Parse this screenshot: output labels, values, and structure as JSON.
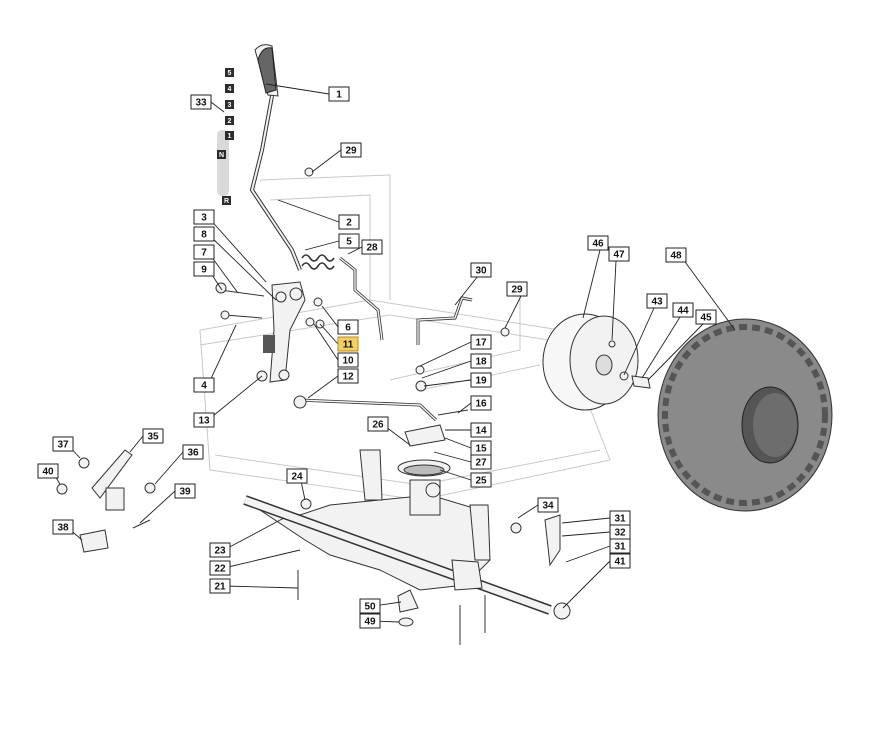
{
  "diagram": {
    "gear_labels": [
      "5",
      "4",
      "3",
      "2",
      "1",
      "N",
      "R"
    ],
    "callouts": [
      {
        "id": "1",
        "label": "1"
      },
      {
        "id": "2",
        "label": "2"
      },
      {
        "id": "3",
        "label": "3"
      },
      {
        "id": "4",
        "label": "4"
      },
      {
        "id": "5",
        "label": "5"
      },
      {
        "id": "6",
        "label": "6"
      },
      {
        "id": "7",
        "label": "7"
      },
      {
        "id": "8",
        "label": "8"
      },
      {
        "id": "9",
        "label": "9"
      },
      {
        "id": "10",
        "label": "10"
      },
      {
        "id": "11",
        "label": "11",
        "highlight": true
      },
      {
        "id": "12",
        "label": "12"
      },
      {
        "id": "13",
        "label": "13"
      },
      {
        "id": "14",
        "label": "14"
      },
      {
        "id": "15",
        "label": "15"
      },
      {
        "id": "16",
        "label": "16"
      },
      {
        "id": "17",
        "label": "17"
      },
      {
        "id": "18",
        "label": "18"
      },
      {
        "id": "19",
        "label": "19"
      },
      {
        "id": "21",
        "label": "21"
      },
      {
        "id": "22",
        "label": "22"
      },
      {
        "id": "23",
        "label": "23"
      },
      {
        "id": "24",
        "label": "24"
      },
      {
        "id": "25",
        "label": "25"
      },
      {
        "id": "26",
        "label": "26"
      },
      {
        "id": "27",
        "label": "27"
      },
      {
        "id": "28",
        "label": "28"
      },
      {
        "id": "29a",
        "label": "29"
      },
      {
        "id": "29b",
        "label": "29"
      },
      {
        "id": "30",
        "label": "30"
      },
      {
        "id": "31a",
        "label": "31"
      },
      {
        "id": "31b",
        "label": "31"
      },
      {
        "id": "32",
        "label": "32"
      },
      {
        "id": "33",
        "label": "33"
      },
      {
        "id": "34",
        "label": "34"
      },
      {
        "id": "35",
        "label": "35"
      },
      {
        "id": "36",
        "label": "36"
      },
      {
        "id": "37",
        "label": "37"
      },
      {
        "id": "38",
        "label": "38"
      },
      {
        "id": "39",
        "label": "39"
      },
      {
        "id": "40",
        "label": "40"
      },
      {
        "id": "41",
        "label": "41"
      },
      {
        "id": "43",
        "label": "43"
      },
      {
        "id": "44",
        "label": "44"
      },
      {
        "id": "45",
        "label": "45"
      },
      {
        "id": "46",
        "label": "46"
      },
      {
        "id": "47",
        "label": "47"
      },
      {
        "id": "48",
        "label": "48"
      },
      {
        "id": "49",
        "label": "49"
      },
      {
        "id": "50",
        "label": "50"
      }
    ],
    "colors": {
      "highlight": "#f2cf63",
      "line": "#222222",
      "part_fill": "#f2f2f2",
      "tire": "#8a8a8a",
      "gear_box": "#2c2c2c"
    }
  }
}
